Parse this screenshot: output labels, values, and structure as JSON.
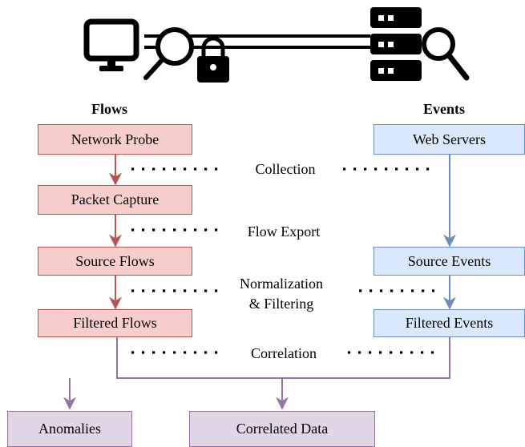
{
  "headers": {
    "flows": "Flows",
    "events": "Events"
  },
  "flows": [
    "Network Probe",
    "Packet Capture",
    "Source Flows",
    "Filtered Flows"
  ],
  "events": [
    "Web Servers",
    "Source Events",
    "Filtered Events"
  ],
  "stages": {
    "collection": "Collection",
    "flow_export": "Flow Export",
    "normalization_line1": "Normalization",
    "normalization_line2": "& Filtering",
    "correlation": "Correlation"
  },
  "outputs": [
    "Anomalies",
    "Correlated Data"
  ],
  "icons": [
    "monitor-icon",
    "magnifier-icon",
    "padlock-icon",
    "server-rack-icon",
    "magnifier-icon"
  ],
  "colors": {
    "flow_fill": "#f8cecc",
    "flow_stroke": "#b85450",
    "event_fill": "#dae8fc",
    "event_stroke": "#6c8ebf",
    "output_fill": "#e1d5e7",
    "output_stroke": "#9673a6"
  }
}
